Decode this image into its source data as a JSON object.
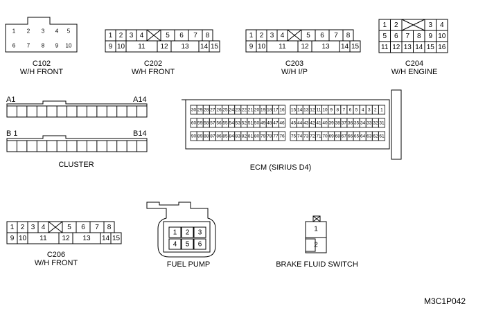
{
  "figure_id": "M3C1P042",
  "connectors": {
    "c102": {
      "code": "C102",
      "desc": "W/H FRONT",
      "pins": [
        "1",
        "2",
        "3",
        "4",
        "5",
        "6",
        "7",
        "8",
        "9",
        "10"
      ]
    },
    "c202": {
      "code": "C202",
      "desc": "W/H FRONT",
      "pins": [
        "1",
        "2",
        "3",
        "4",
        "5",
        "6",
        "7",
        "8",
        "9",
        "10",
        "11",
        "12",
        "13",
        "14",
        "15"
      ]
    },
    "c203": {
      "code": "C203",
      "desc": "W/H I/P",
      "pins": [
        "1",
        "2",
        "3",
        "4",
        "5",
        "6",
        "7",
        "8",
        "9",
        "10",
        "11",
        "12",
        "13",
        "14",
        "15"
      ]
    },
    "c204": {
      "code": "C204",
      "desc": "W/H ENGINE",
      "pins": [
        "1",
        "2",
        "3",
        "4",
        "5",
        "6",
        "7",
        "8",
        "9",
        "10",
        "11",
        "12",
        "13",
        "14",
        "15",
        "16"
      ]
    },
    "cluster": {
      "name": "CLUSTER",
      "row_a_start": "A1",
      "row_a_end": "A14",
      "row_b_start": "B 1",
      "row_b_end": "B14"
    },
    "ecm": {
      "name": "ECM (SIRIUS D4)",
      "left_rows": [
        [
          "30",
          "29",
          "28",
          "27",
          "26",
          "25",
          "24",
          "23",
          "22",
          "21",
          "20",
          "19",
          "18",
          "17",
          "16"
        ],
        [
          "60",
          "59",
          "58",
          "57",
          "56",
          "55",
          "54",
          "53",
          "52",
          "51",
          "50",
          "49",
          "48",
          "47",
          "46"
        ],
        [
          "90",
          "89",
          "88",
          "87",
          "86",
          "85",
          "84",
          "83",
          "82",
          "81",
          "80",
          "79",
          "78",
          "77",
          "76"
        ]
      ],
      "right_rows": [
        [
          "15",
          "14",
          "13",
          "12",
          "11",
          "10",
          "9",
          "8",
          "7",
          "6",
          "5",
          "4",
          "3",
          "2",
          "1"
        ],
        [
          "45",
          "44",
          "43",
          "42",
          "41",
          "40",
          "39",
          "38",
          "37",
          "36",
          "35",
          "34",
          "33",
          "32",
          "31"
        ],
        [
          "75",
          "74",
          "73",
          "72",
          "71",
          "70",
          "69",
          "68",
          "67",
          "66",
          "65",
          "64",
          "63",
          "62",
          "61"
        ]
      ]
    },
    "c206": {
      "code": "C206",
      "desc": "W/H FRONT",
      "pins": [
        "1",
        "2",
        "3",
        "4",
        "5",
        "6",
        "7",
        "8",
        "9",
        "10",
        "11",
        "12",
        "13",
        "14",
        "15"
      ]
    },
    "fuel_pump": {
      "name": "FUEL PUMP",
      "pins": [
        "1",
        "2",
        "3",
        "4",
        "5",
        "6"
      ]
    },
    "brake_fluid_switch": {
      "name": "BRAKE FLUID SWITCH",
      "pins": [
        "1",
        "2"
      ]
    }
  }
}
